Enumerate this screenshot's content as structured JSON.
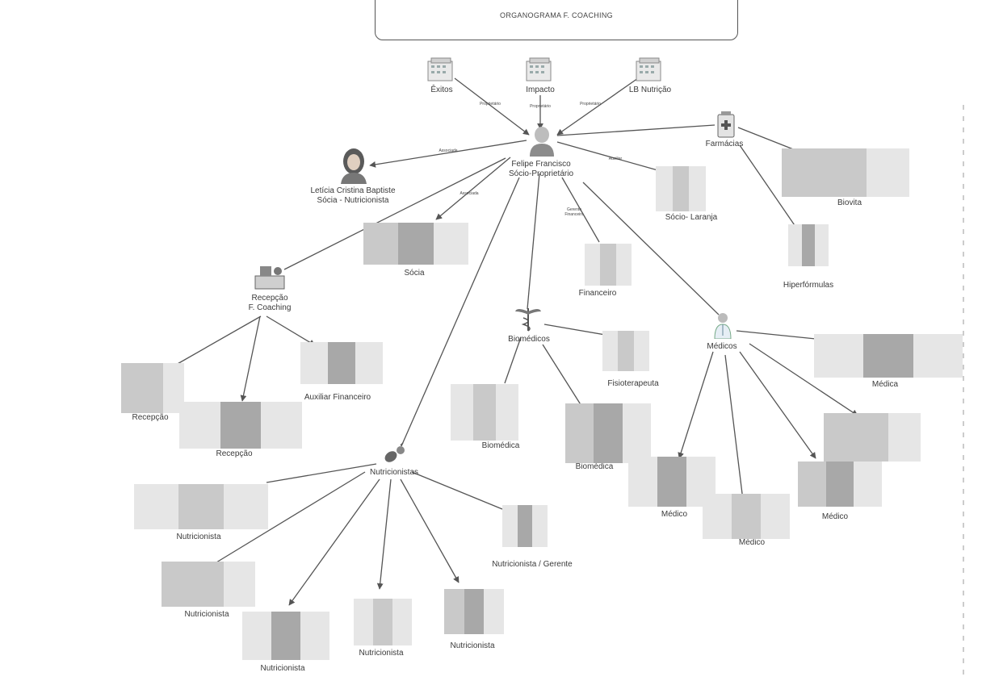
{
  "title": "ORGANOGRAMA F. COACHING",
  "companies": {
    "exitos": "Êxitos",
    "impacto": "Impacto",
    "lb": "LB Nutrição"
  },
  "edge_labels": {
    "prop1": "Proprietário",
    "prop2": "Proprietário",
    "prop3": "Proprietário",
    "socio_l": "Associada",
    "socio_s": "Associada",
    "auxiliar": "Auxiliar",
    "gerente_fin": "Gerente Financeiro"
  },
  "people": {
    "felipe_name": "Felipe Francisco",
    "felipe_role": "Sócio-Proprietário",
    "leticia_name": "Letícia Cristina Baptiste",
    "leticia_role": "Sócia - Nutricionista",
    "socio_laranja": "Sócio- Laranja",
    "socia": "Sócia",
    "financeiro": "Financeiro"
  },
  "groups": {
    "farmacias": "Farmácias",
    "biovita": "Biovita",
    "hiper": "Hiperfórmulas",
    "recepcao_group_l1": "Recepção",
    "recepcao_group_l2": "F. Coaching",
    "biomedicos": "Biomédicos",
    "medicos": "Médicos",
    "nutricionistas": "Nutricionistas"
  },
  "roles": {
    "auxiliar_fin": "Auxiliar Financeiro",
    "recepcao1": "Recepção",
    "recepcao2": "Recepção",
    "biomedica1": "Biomédica",
    "biomedica2": "Biomédica",
    "fisio": "Fisioterapeuta",
    "medica1": "Médica",
    "medico1": "Médico",
    "medico2": "Médico",
    "medico3": "Médico",
    "nutri1": "Nutricionista",
    "nutri2": "Nutricionista",
    "nutri3": "Nutricionista",
    "nutri4": "Nutricionista",
    "nutri5": "Nutricionista",
    "nutri_gerente": "Nutricionista / Gerente"
  },
  "colors": {
    "line": "#555555",
    "blur_light": "#e6e6e6",
    "blur_mid": "#c9c9c9",
    "blur_dark": "#a8a8a8"
  }
}
